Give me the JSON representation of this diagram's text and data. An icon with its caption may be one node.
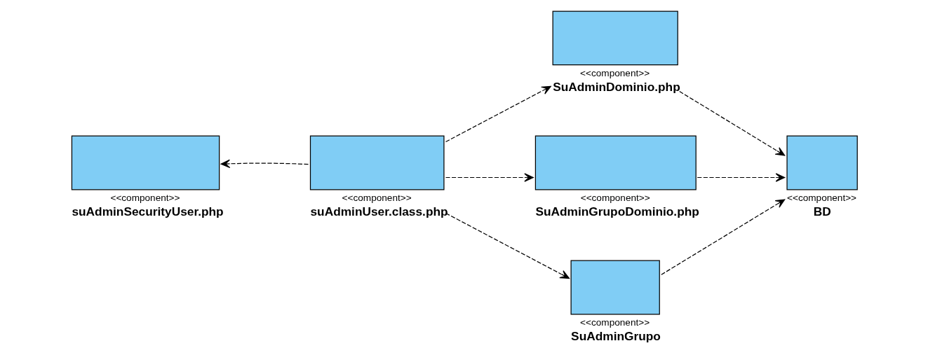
{
  "diagram": {
    "nodes": [
      {
        "text": [
          "<<component>>",
          "suAdminSecurityUser.php"
        ]
      },
      {
        "text": [
          "<<component>>",
          "suAdminUser.class.php"
        ]
      },
      {
        "text": [
          "<<component>>",
          "SuAdminDominio.php"
        ]
      },
      {
        "text": [
          "<<component>>",
          "SuAdminGrupoDominio.php"
        ]
      },
      {
        "text": [
          "<<component>>",
          "SuAdminGrupo"
        ]
      },
      {
        "text": [
          "<<component>>",
          "BD"
        ]
      }
    ],
    "edges": [
      {
        "from": 1,
        "to": 0,
        "arrow": "to",
        "style": "dashed"
      },
      {
        "from": 1,
        "to": 2,
        "arrow": "to",
        "style": "dashed"
      },
      {
        "from": 1,
        "to": 3,
        "arrow": "to",
        "style": "dashed"
      },
      {
        "from": 1,
        "to": 4,
        "arrow": "to",
        "style": "dashed"
      },
      {
        "from": 2,
        "to": 5,
        "arrow": "to",
        "style": "dashed"
      },
      {
        "from": 3,
        "to": 5,
        "arrow": "to",
        "style": "dashed"
      },
      {
        "from": 4,
        "to": 5,
        "arrow": "to",
        "style": "dashed"
      }
    ]
  }
}
